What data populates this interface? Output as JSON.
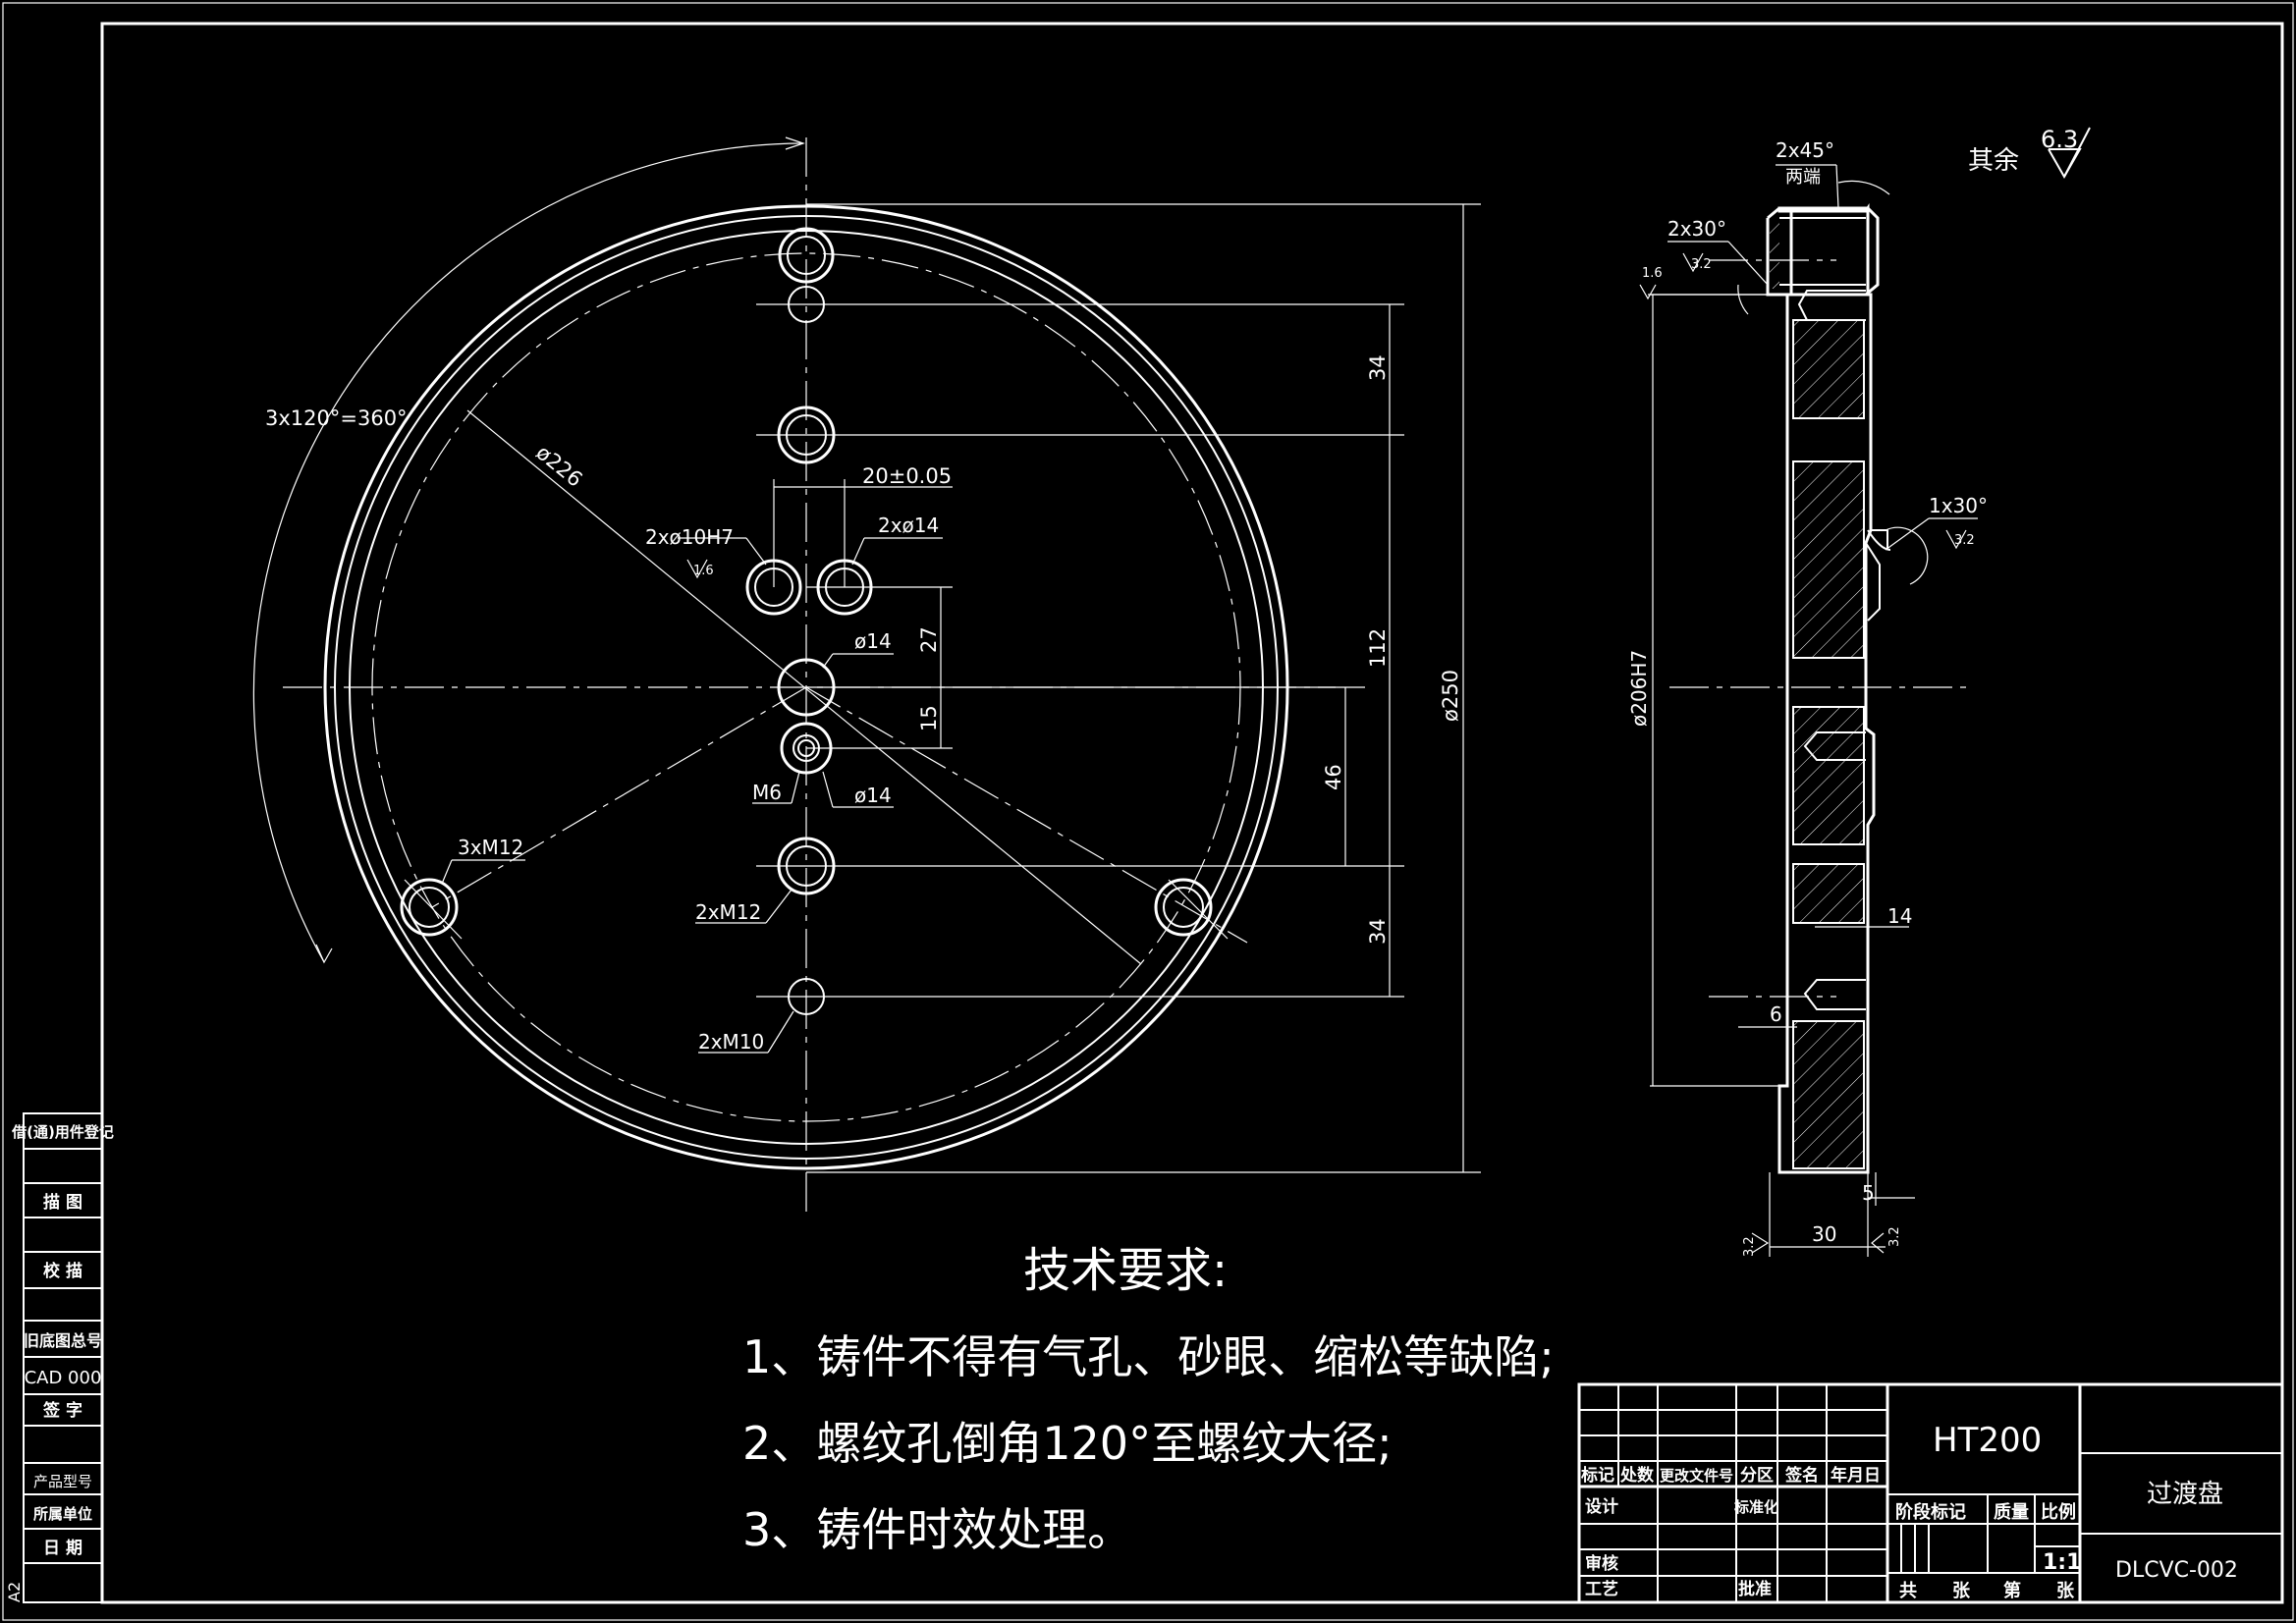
{
  "drawing": {
    "corner_code": "A2",
    "colors": {
      "background": "#000000",
      "lines": "#ffffff"
    }
  },
  "left_strip": {
    "items": [
      "借(通)用件登记",
      "描 图",
      "校 描",
      "旧底图总号",
      "CAD 000",
      "签 字",
      "产品型号",
      "所属单位",
      "日 期"
    ]
  },
  "front_view": {
    "dims": {
      "angle": "3x120°=360°",
      "dia226": "ø226",
      "dia250": "ø250",
      "d34_top": "34",
      "d112": "112",
      "d46": "46",
      "d34_bot": "34",
      "d27": "27",
      "d15": "15",
      "d20": "20±0.05"
    },
    "labels": {
      "h10": "2xø10H7",
      "h10_rough": "1.6",
      "h14a": "2xø14",
      "h14b": "ø14",
      "m6": "M6",
      "h14c": "ø14",
      "m12x3": "3xM12",
      "m12x2": "2xM12",
      "m10x2": "2xM10"
    }
  },
  "side_view": {
    "labels": {
      "ch45": "2x45°",
      "both_ends": "两端",
      "ch30": "2x30°",
      "ch30_rough": "3.2",
      "rough16": "1.6",
      "ch1x30": "1x30°",
      "ch1x30_rough": "3.2",
      "dia206": "ø206H7",
      "d14": "14",
      "d6": "6",
      "d5": "5",
      "d30": "30",
      "rough_left": "3.2",
      "rough_right": "3.2"
    }
  },
  "surface_finish": {
    "label": "其余",
    "value": "6.3"
  },
  "tech_requirements": {
    "title": "技术要求:",
    "items": [
      "1、铸件不得有气孔、砂眼、缩松等缺陷;",
      "2、螺纹孔倒角120°至螺纹大径;",
      "3、铸件时效处理。"
    ]
  },
  "title_block": {
    "material": "HT200",
    "part_name": "过渡盘",
    "drawing_no": "DLCVC-002",
    "scale": "1:1",
    "header_cells": [
      "标记",
      "处数",
      "更改文件号",
      "分区",
      "签名",
      "年月日"
    ],
    "rows": {
      "design": "设计",
      "standard": "标准化",
      "review": "审核",
      "process": "工艺",
      "approve": "批准"
    },
    "stage_mark": "阶段标记",
    "mass": "质量",
    "scale_label": "比例",
    "total_sheets": "共",
    "sheet_unit": "张",
    "sheet_no": "第",
    "sheet_unit2": "张"
  }
}
